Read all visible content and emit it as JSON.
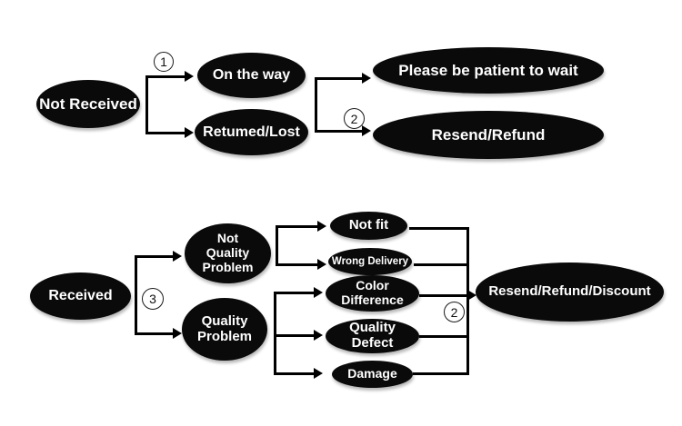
{
  "colors": {
    "node_fill": "#0a0a0a",
    "node_text": "#ffffff",
    "line": "#000000",
    "background": "#ffffff"
  },
  "top_flow": {
    "source": {
      "label": "Not Received"
    },
    "branch_marker": "1",
    "statuses": [
      {
        "label": "On the way"
      },
      {
        "label": "Retumed/Lost"
      }
    ],
    "outcome_marker": "2",
    "outcomes": [
      {
        "label": "Please be patient to wait"
      },
      {
        "label": "Resend/Refund"
      }
    ]
  },
  "bottom_flow": {
    "source": {
      "label": "Received"
    },
    "branch_marker": "3",
    "categories": [
      {
        "label": "Not\nQuality\nProblem"
      },
      {
        "label": "Quality\nProblem"
      }
    ],
    "reasons": [
      {
        "label": "Not fit"
      },
      {
        "label": "Wrong Delivery"
      },
      {
        "label": "Color\nDifference"
      },
      {
        "label": "Quality\nDefect"
      },
      {
        "label": "Damage"
      }
    ],
    "outcome_marker": "2",
    "outcome": {
      "label": "Resend/Refund/Discount"
    }
  }
}
